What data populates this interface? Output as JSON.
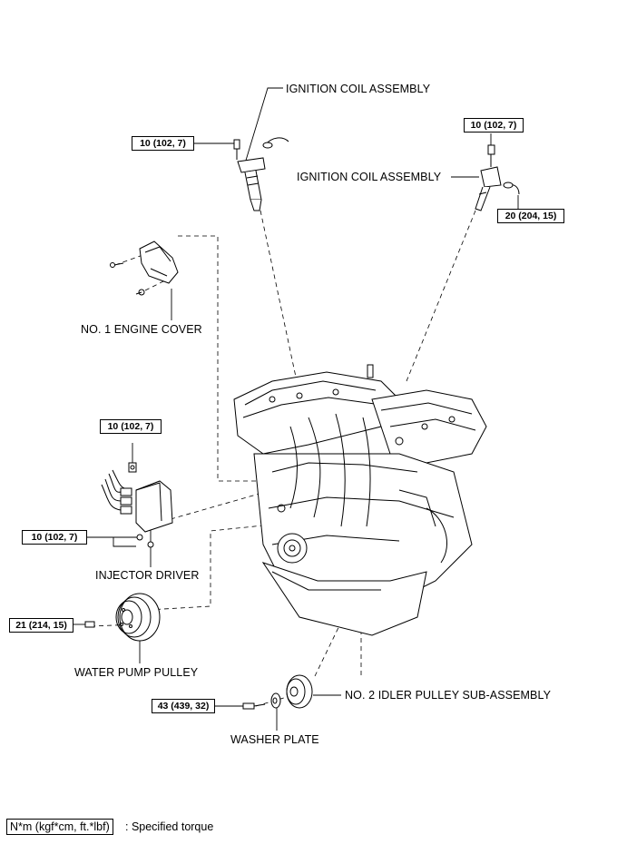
{
  "labels": {
    "ignition_coil_left": "IGNITION COIL ASSEMBLY",
    "ignition_coil_right": "IGNITION COIL ASSEMBLY",
    "engine_cover": "NO. 1 ENGINE COVER",
    "injector_driver": "INJECTOR DRIVER",
    "water_pump_pulley": "WATER PUMP PULLEY",
    "idler_pulley": "NO. 2 IDLER PULLEY SUB-ASSEMBLY",
    "washer_plate": "WASHER PLATE"
  },
  "torques": {
    "coil_left": "10 (102, 7)",
    "coil_right_bolt": "10 (102, 7)",
    "coil_right_connector": "20 (204, 15)",
    "injector_top": "10 (102, 7)",
    "injector_bottom": "10 (102, 7)",
    "pulley": "21 (214, 15)",
    "idler": "43 (439, 32)"
  },
  "legend": {
    "unit_box": "N*m (kgf*cm, ft.*lbf)",
    "description": ": Specified torque"
  }
}
